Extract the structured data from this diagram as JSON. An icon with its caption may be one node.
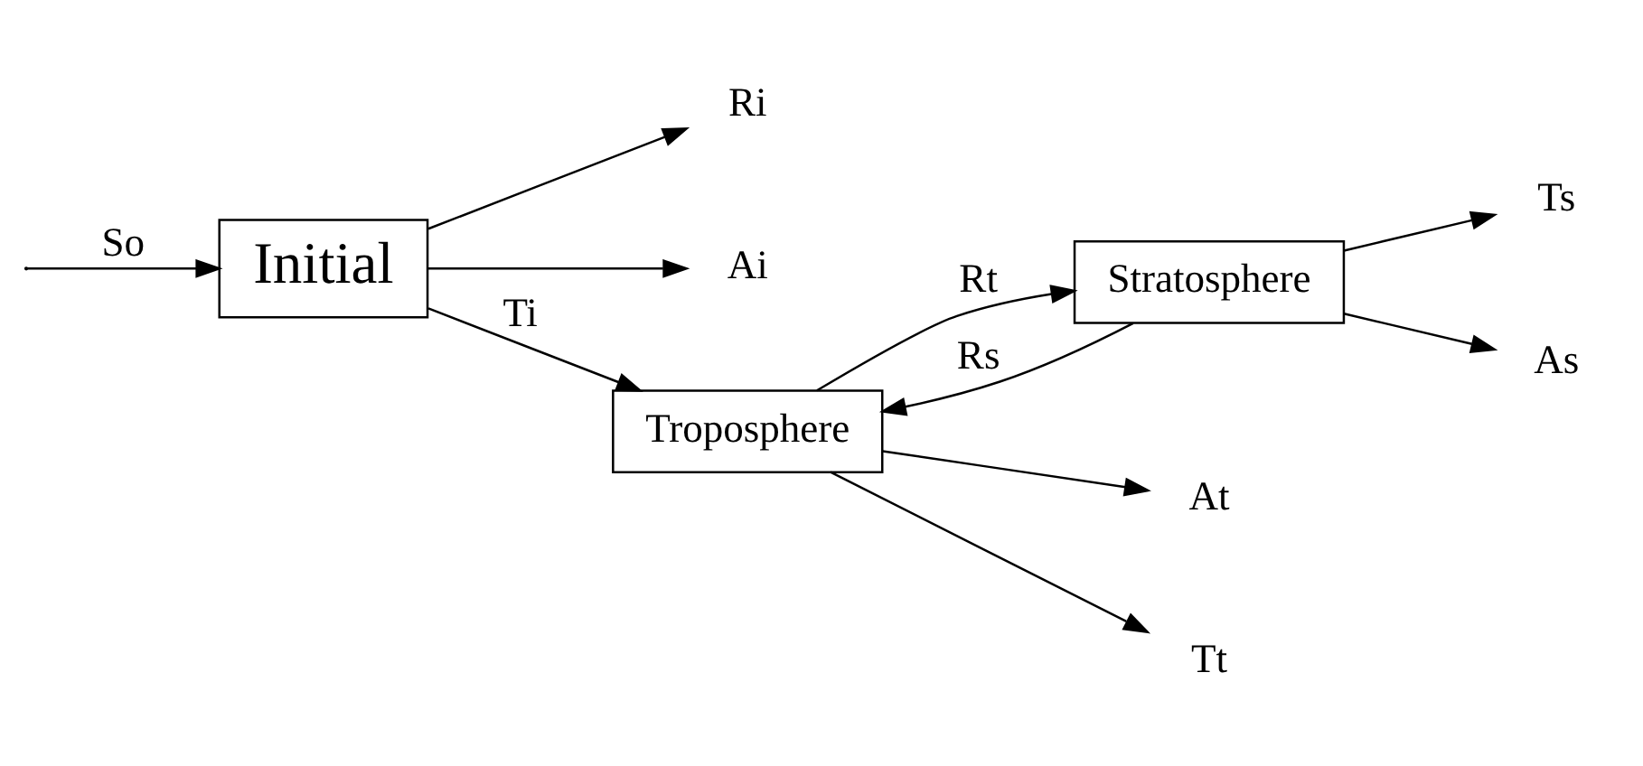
{
  "diagram": {
    "nodes": [
      {
        "text": [
          "Initial"
        ]
      },
      {
        "text": [
          "Ri"
        ]
      },
      {
        "text": [
          "Ai"
        ]
      },
      {
        "text": [
          "Stratosphere"
        ]
      },
      {
        "text": [
          "Ts"
        ]
      },
      {
        "text": [
          "As"
        ]
      },
      {
        "text": [
          "Troposphere"
        ]
      },
      {
        "text": [
          "At"
        ]
      },
      {
        "text": [
          "Tt"
        ]
      }
    ],
    "edges": [
      {
        "from": null,
        "to": 0,
        "arrow": "to",
        "label": "So"
      },
      {
        "from": 0,
        "to": 1,
        "arrow": "to"
      },
      {
        "from": 0,
        "to": 2,
        "arrow": "to"
      },
      {
        "from": 0,
        "to": 6,
        "arrow": "to",
        "label": "Ti"
      },
      {
        "from": 6,
        "to": 3,
        "arrow": "to",
        "label": "Rt"
      },
      {
        "from": 3,
        "to": 6,
        "arrow": "to",
        "label": "Rs"
      },
      {
        "from": 3,
        "to": 4,
        "arrow": "to"
      },
      {
        "from": 3,
        "to": 5,
        "arrow": "to"
      },
      {
        "from": 6,
        "to": 7,
        "arrow": "to"
      },
      {
        "from": 6,
        "to": 8,
        "arrow": "to"
      }
    ]
  }
}
